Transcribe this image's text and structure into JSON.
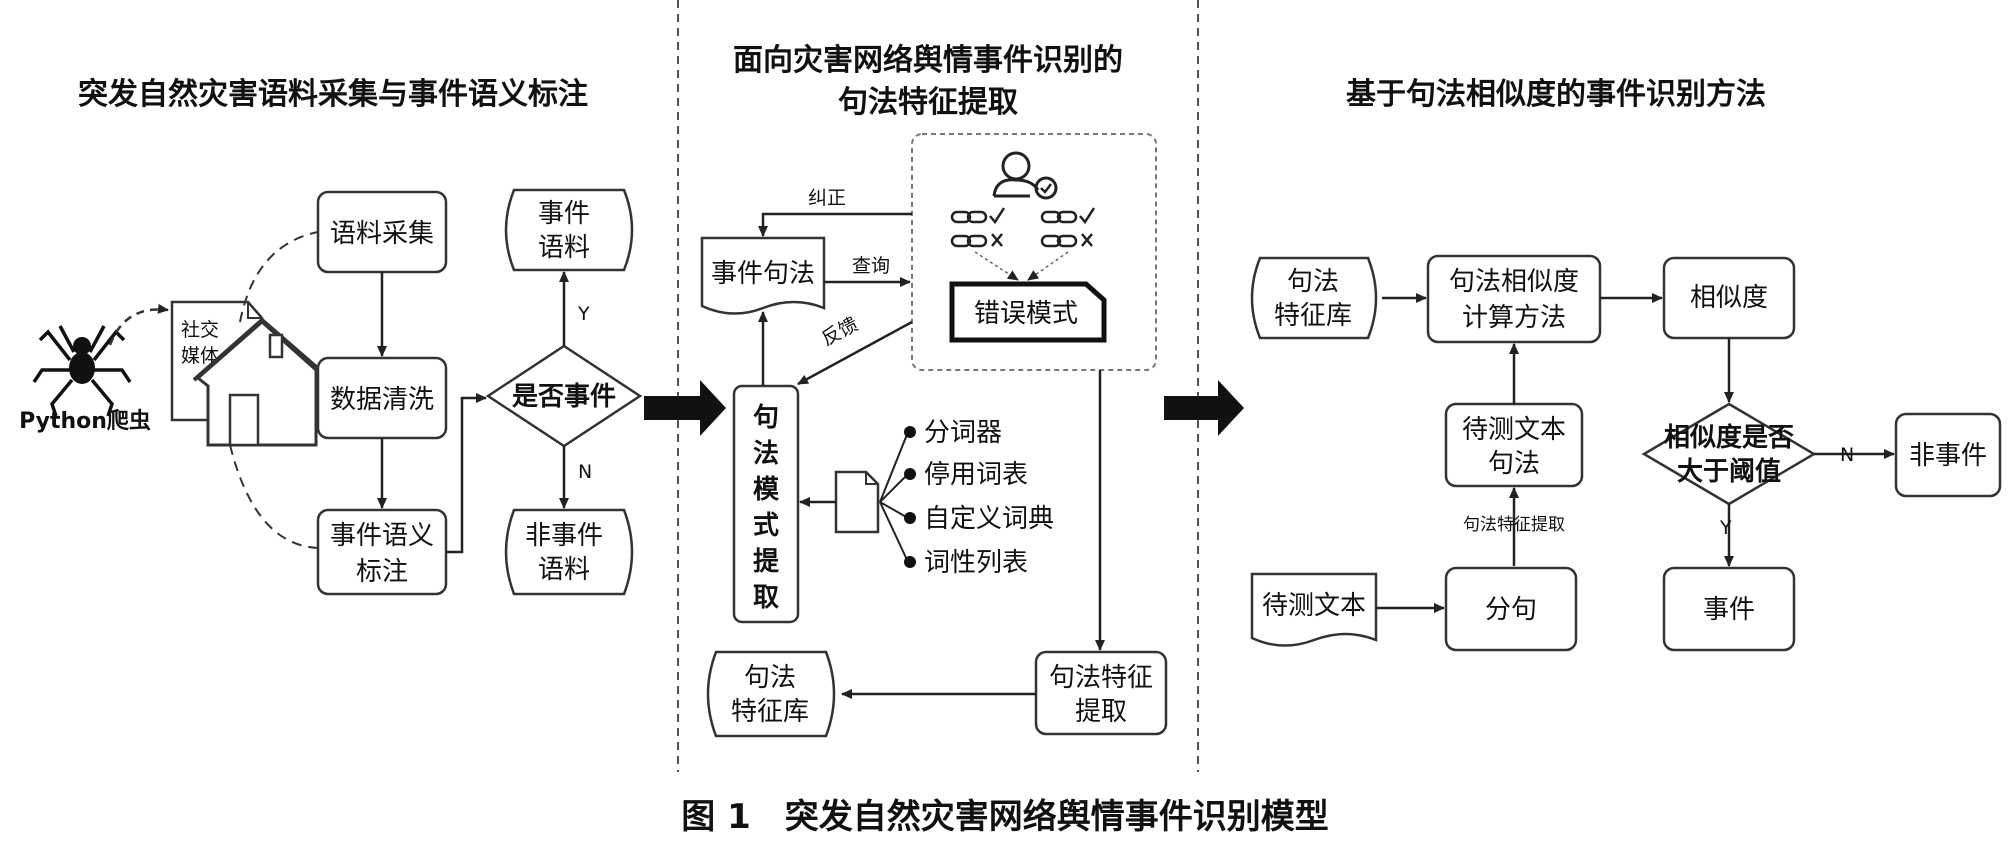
{
  "titles": {
    "left": "突发自然灾害语料采集与事件语义标注",
    "middle_line1": "面向灾害网络舆情事件识别的",
    "middle_line2": "句法特征提取",
    "right": "基于句法相似度的事件识别方法"
  },
  "left": {
    "crawler": "Python爬虫",
    "social_line1": "社交",
    "social_line2": "媒体",
    "collect": "语料采集",
    "clean": "数据清洗",
    "annotate_line1": "事件语义",
    "annotate_line2": "标注",
    "decision": "是否事件",
    "yes": "Y",
    "no": "N",
    "event_corpus_line1": "事件",
    "event_corpus_line2": "语料",
    "nonevent_corpus_line1": "非事件",
    "nonevent_corpus_line2": "语料"
  },
  "middle": {
    "correct": "纠正",
    "query": "查询",
    "feedback": "反馈",
    "event_syntax": "事件句法",
    "error_mode": "错误模式",
    "syntax_mode_chars": [
      "句",
      "法",
      "模",
      "式",
      "提",
      "取"
    ],
    "tools": [
      "分词器",
      "停用词表",
      "自定义词典",
      "词性列表"
    ],
    "feature_extract_line1": "句法特征",
    "feature_extract_line2": "提取",
    "feature_lib_line1": "句法",
    "feature_lib_line2": "特征库"
  },
  "right": {
    "feature_lib_line1": "句法",
    "feature_lib_line2": "特征库",
    "sim_method_line1": "句法相似度",
    "sim_method_line2": "计算方法",
    "similarity": "相似度",
    "test_syntax_line1": "待测文本",
    "test_syntax_line2": "句法",
    "extract_label": "句法特征提取",
    "test_text": "待测文本",
    "split": "分句",
    "decision_line1": "相似度是否",
    "decision_line2": "大于阈值",
    "no": "N",
    "yes": "Y",
    "non_event": "非事件",
    "event": "事件"
  },
  "caption": "图 1　突发自然灾害网络舆情事件识别模型",
  "icons": [
    "spider-icon",
    "house-icon",
    "document-icon",
    "user-check-icon",
    "link-check-icon",
    "link-cross-icon",
    "block-arrow-icon"
  ]
}
